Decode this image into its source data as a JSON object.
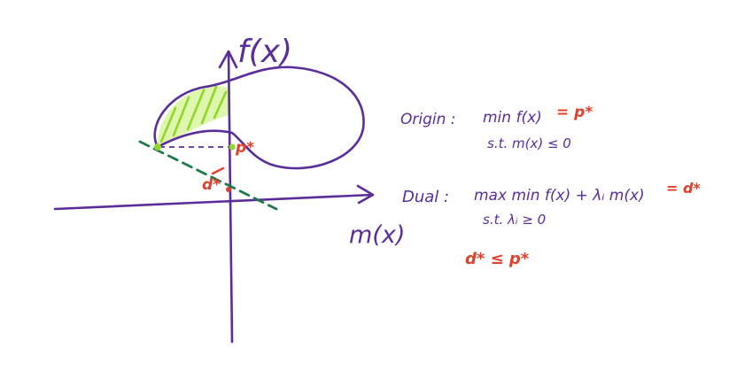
{
  "colors": {
    "ink": "#5b2d9a",
    "red": "#e0402a",
    "green": "#1f7a4a",
    "lime": "#8ed82a"
  },
  "axes": {
    "y_label": "f(x)",
    "x_label": "m(x)"
  },
  "point_labels": {
    "p_star": "p*",
    "d_star": "d*"
  },
  "origin": {
    "head": "Origin :",
    "objective": "min f(x)",
    "equals_value": "= p*",
    "constraint": "s.t.  m(x) ≤ 0"
  },
  "dual": {
    "head": "Dual :",
    "objective": "max min f(x) + λᵢ m(x)",
    "equals_value": "= d*",
    "constraint": "s.t.  λᵢ ≥ 0"
  },
  "inequality": "d* ≤ p*",
  "icons": [
    "arrow-up-icon",
    "arrow-right-icon"
  ]
}
